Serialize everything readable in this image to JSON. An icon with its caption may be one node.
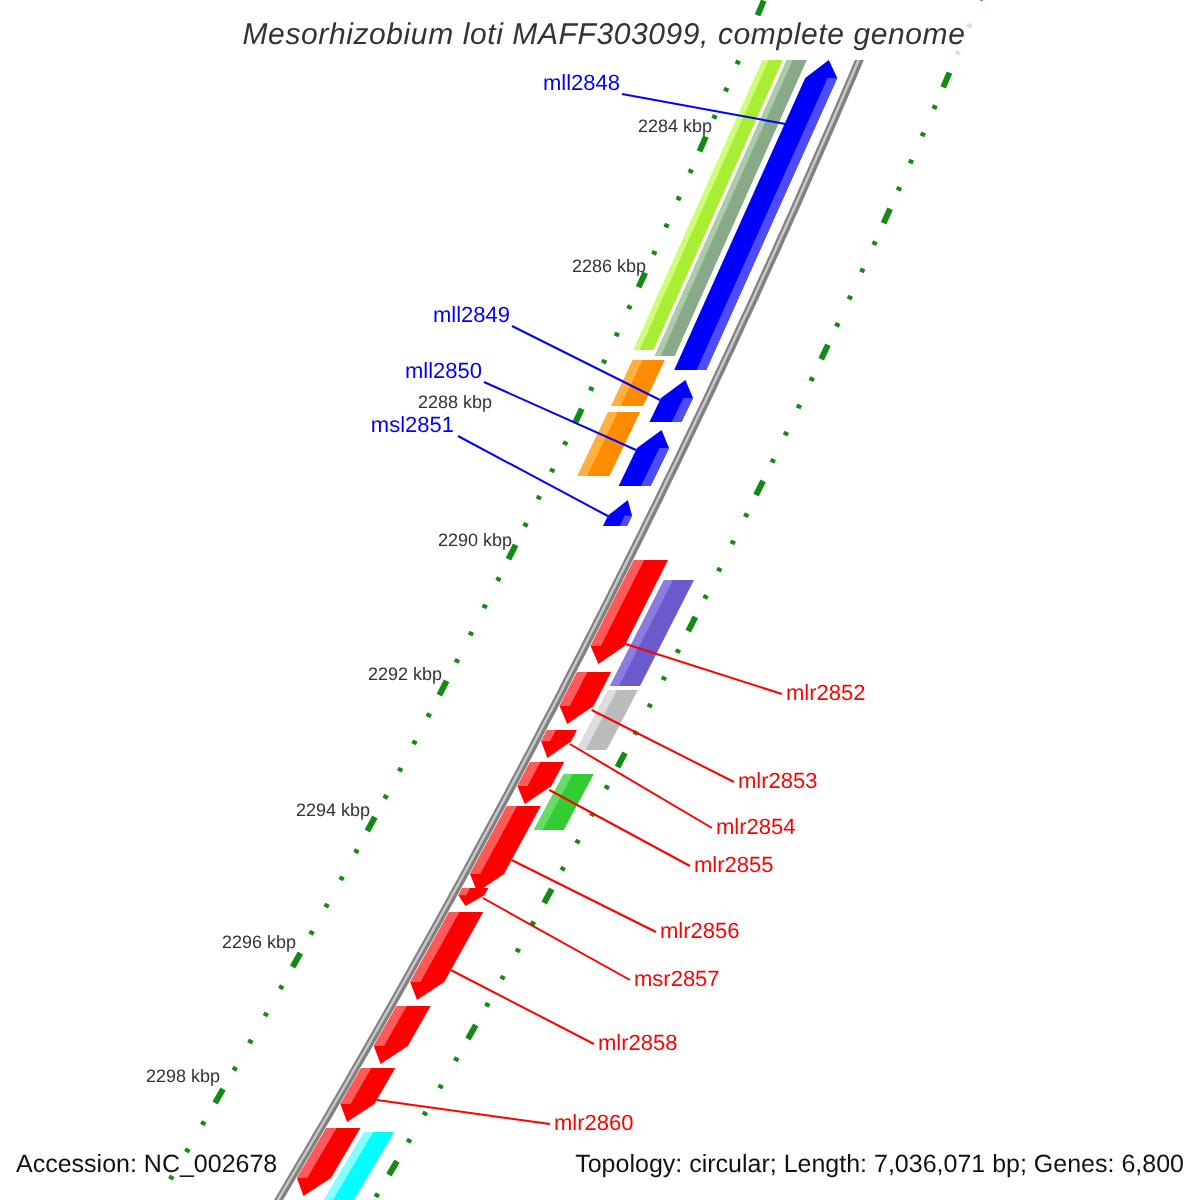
{
  "diagram": {
    "title": "Mesorhizobium loti MAFF303099, complete genome",
    "nodes": [
      {
        "text": [
          "mll2848"
        ]
      },
      {
        "text": [
          "mll2849"
        ]
      },
      {
        "text": [
          "mll2850"
        ]
      },
      {
        "text": [
          "msl2851"
        ]
      },
      {
        "text": [
          "mlr2852"
        ]
      },
      {
        "text": [
          "mlr2853"
        ]
      },
      {
        "text": [
          "mlr2854"
        ]
      },
      {
        "text": [
          "mlr2855"
        ]
      },
      {
        "text": [
          "mlr2856"
        ]
      },
      {
        "text": [
          "msr2857"
        ]
      },
      {
        "text": [
          "mlr2858"
        ]
      },
      {
        "text": [
          "mlr2860"
        ]
      },
      {
        "text": [],
        "shape": "bar"
      },
      {
        "text": [],
        "shape": "bar"
      },
      {
        "text": [],
        "shape": "arrow"
      },
      {
        "text": [],
        "shape": "bar"
      },
      {
        "text": [],
        "shape": "arrow"
      },
      {
        "text": [],
        "shape": "bar"
      },
      {
        "text": [],
        "shape": "arrow"
      },
      {
        "text": [],
        "shape": "arrow"
      },
      {
        "text": [],
        "shape": "arrow"
      },
      {
        "text": [],
        "shape": "bar"
      },
      {
        "text": [],
        "shape": "arrow"
      },
      {
        "text": [],
        "shape": "bar"
      },
      {
        "text": [],
        "shape": "arrow"
      },
      {
        "text": [],
        "shape": "arrow"
      },
      {
        "text": [],
        "shape": "bar"
      },
      {
        "text": [],
        "shape": "arrow"
      },
      {
        "text": [],
        "shape": "arrow"
      },
      {
        "text": [],
        "shape": "arrow"
      },
      {
        "text": [],
        "shape": "arrow"
      },
      {
        "text": [],
        "shape": "arrow"
      },
      {
        "text": [],
        "shape": "arrow"
      },
      {
        "text": [],
        "shape": "bar"
      },
      {
        "text": [],
        "shape": "bar"
      }
    ],
    "edges": [
      {
        "from": 0,
        "to": 14,
        "arrow": "none",
        "color": "#0000ff"
      },
      {
        "from": 1,
        "to": 16,
        "arrow": "none",
        "color": "#0000ff"
      },
      {
        "from": 2,
        "to": 18,
        "arrow": "none",
        "color": "#0000ff"
      },
      {
        "from": 3,
        "to": 19,
        "arrow": "none",
        "color": "#0000ff"
      },
      {
        "from": 4,
        "to": 20,
        "arrow": "none"
      },
      {
        "from": 5,
        "to": 22,
        "arrow": "none"
      },
      {
        "from": 6,
        "to": 24,
        "arrow": "none"
      },
      {
        "from": 7,
        "to": 25,
        "arrow": "none"
      },
      {
        "from": 8,
        "to": 27,
        "arrow": "none"
      },
      {
        "from": 9,
        "to": 28,
        "arrow": "none"
      },
      {
        "from": 10,
        "to": 29,
        "arrow": "none"
      },
      {
        "from": 11,
        "to": 31,
        "arrow": "none"
      }
    ],
    "labels": [
      "2284 kbp",
      "2286 kbp",
      "2288 kbp",
      "2290 kbp",
      "2292 kbp",
      "2294 kbp",
      "2296 kbp",
      "2298 kbp",
      "Accession: NC_002678",
      "Topology: circular; Length: 7,036,071 bp; Genes: 6,800"
    ]
  }
}
